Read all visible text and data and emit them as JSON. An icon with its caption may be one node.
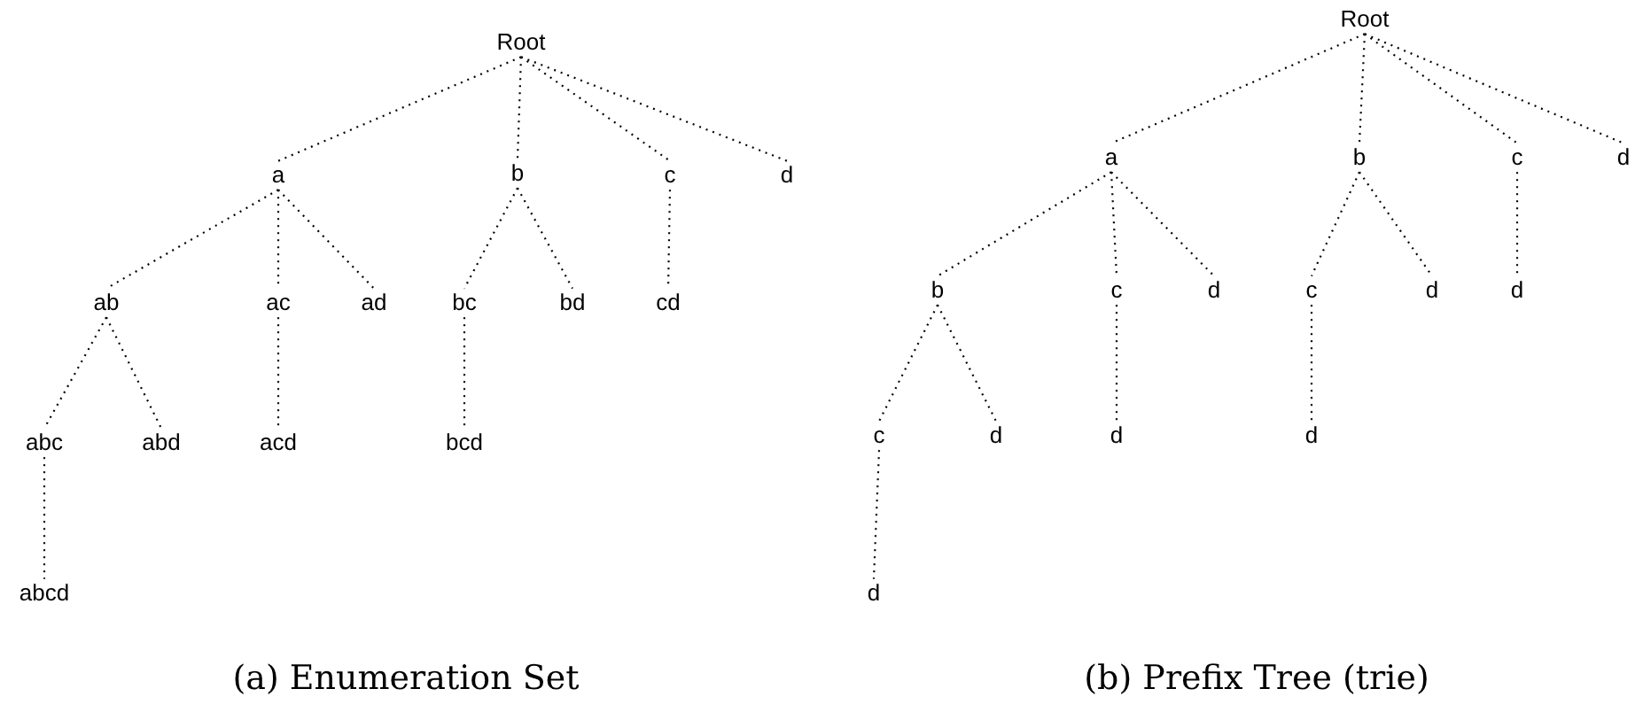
{
  "diagram": {
    "nodes": [
      {
        "text": [
          "Root"
        ]
      },
      {
        "text": [
          "a"
        ]
      },
      {
        "text": [
          "b"
        ]
      },
      {
        "text": [
          "c"
        ]
      },
      {
        "text": [
          "d"
        ]
      },
      {
        "text": [
          "ab"
        ]
      },
      {
        "text": [
          "ac"
        ]
      },
      {
        "text": [
          "ad"
        ]
      },
      {
        "text": [
          "bc"
        ]
      },
      {
        "text": [
          "bd"
        ]
      },
      {
        "text": [
          "cd"
        ]
      },
      {
        "text": [
          "abc"
        ]
      },
      {
        "text": [
          "abd"
        ]
      },
      {
        "text": [
          "acd"
        ]
      },
      {
        "text": [
          "bcd"
        ]
      },
      {
        "text": [
          "abcd"
        ]
      },
      {
        "text": [
          "Root"
        ]
      },
      {
        "text": [
          "a"
        ]
      },
      {
        "text": [
          "b"
        ]
      },
      {
        "text": [
          "c"
        ]
      },
      {
        "text": [
          "d"
        ]
      },
      {
        "text": [
          "b"
        ]
      },
      {
        "text": [
          "c"
        ]
      },
      {
        "text": [
          "d"
        ]
      },
      {
        "text": [
          "c"
        ]
      },
      {
        "text": [
          "d"
        ]
      },
      {
        "text": [
          "d"
        ]
      },
      {
        "text": [
          "c"
        ]
      },
      {
        "text": [
          "d"
        ]
      },
      {
        "text": [
          "d"
        ]
      },
      {
        "text": [
          "d"
        ]
      },
      {
        "text": [
          "d"
        ]
      }
    ],
    "edges": [
      {
        "from": 0,
        "to": 1,
        "arrow": "none"
      },
      {
        "from": 0,
        "to": 2,
        "arrow": "none"
      },
      {
        "from": 0,
        "to": 3,
        "arrow": "none"
      },
      {
        "from": 0,
        "to": 4,
        "arrow": "none"
      },
      {
        "from": 1,
        "to": 5,
        "arrow": "none"
      },
      {
        "from": 1,
        "to": 6,
        "arrow": "none"
      },
      {
        "from": 1,
        "to": 7,
        "arrow": "none"
      },
      {
        "from": 2,
        "to": 8,
        "arrow": "none"
      },
      {
        "from": 2,
        "to": 9,
        "arrow": "none"
      },
      {
        "from": 3,
        "to": 10,
        "arrow": "none"
      },
      {
        "from": 5,
        "to": 11,
        "arrow": "none"
      },
      {
        "from": 5,
        "to": 12,
        "arrow": "none"
      },
      {
        "from": 6,
        "to": 13,
        "arrow": "none"
      },
      {
        "from": 8,
        "to": 14,
        "arrow": "none"
      },
      {
        "from": 11,
        "to": 15,
        "arrow": "none"
      },
      {
        "from": 16,
        "to": 17,
        "arrow": "none"
      },
      {
        "from": 16,
        "to": 18,
        "arrow": "none"
      },
      {
        "from": 16,
        "to": 19,
        "arrow": "none"
      },
      {
        "from": 16,
        "to": 20,
        "arrow": "none"
      },
      {
        "from": 17,
        "to": 21,
        "arrow": "none"
      },
      {
        "from": 17,
        "to": 22,
        "arrow": "none"
      },
      {
        "from": 17,
        "to": 23,
        "arrow": "none"
      },
      {
        "from": 18,
        "to": 24,
        "arrow": "none"
      },
      {
        "from": 18,
        "to": 25,
        "arrow": "none"
      },
      {
        "from": 19,
        "to": 26,
        "arrow": "none"
      },
      {
        "from": 21,
        "to": 27,
        "arrow": "none"
      },
      {
        "from": 21,
        "to": 28,
        "arrow": "none"
      },
      {
        "from": 22,
        "to": 29,
        "arrow": "none"
      },
      {
        "from": 24,
        "to": 30,
        "arrow": "none"
      },
      {
        "from": 27,
        "to": 31,
        "arrow": "none"
      }
    ],
    "labels": [
      "(a) Enumeration Set",
      "(b) Prefix Tree (trie)"
    ]
  }
}
